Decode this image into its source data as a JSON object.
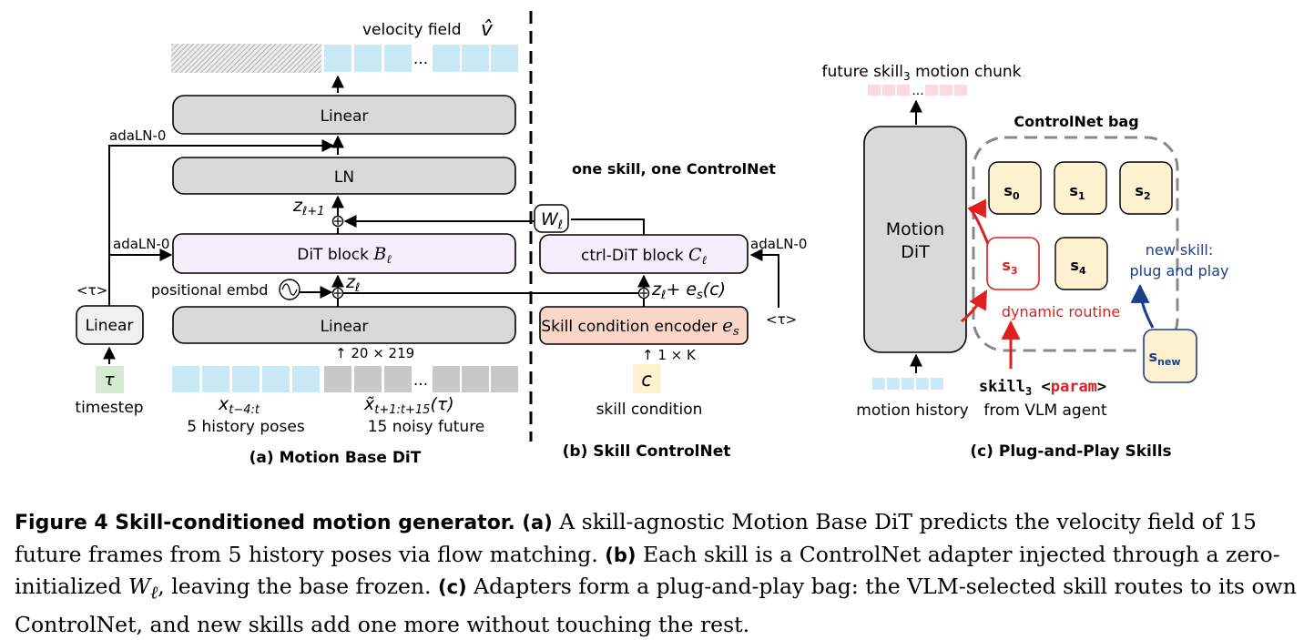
{
  "motion_base": {
    "velocity_label": "velocity field",
    "velocity_symbol": "v̂",
    "ellipsis": "...",
    "linear_top": "Linear",
    "adaln_top": "adaLN-0",
    "ln": "LN",
    "z_next": "z",
    "z_next_sub": "ℓ+1",
    "adaln_mid": "adaLN-0",
    "dit_block": "DiT block",
    "dit_block_sym": "B",
    "dit_block_sub": "ℓ",
    "tau_bracket": "<τ>",
    "positional": "positional embd",
    "z_l": "z",
    "z_l_sub": "ℓ",
    "linear_left": "Linear",
    "linear_bottom": "Linear",
    "shape": "↑ 20 × 219",
    "tau": "τ",
    "timestep": "timestep",
    "hist_sym": "x",
    "hist_sub": "t−4:t",
    "hist_label": "5 history poses",
    "future_sym": "x̃",
    "future_sub": "t+1:t+15",
    "future_tau": "(τ)",
    "future_label": "15 noisy future",
    "title": "(a) Motion Base DiT"
  },
  "controlnet": {
    "heading": "one skill, one ControlNet",
    "w_sym": "W",
    "w_sub": "ℓ",
    "ctrl_block": "ctrl-DiT block",
    "ctrl_sym": "C",
    "ctrl_sub": "ℓ",
    "adaln": "adaLN-0",
    "sum_label": "z",
    "sum_label_sub": "ℓ",
    "sum_rest": "+ e",
    "sum_rest_sub": "s",
    "sum_rest_end": "(c)",
    "tau_bracket": "<τ>",
    "encoder": "Skill condition encoder",
    "encoder_sym": "e",
    "encoder_sub": "s",
    "shape": "↑ 1 × K",
    "c_sym": "c",
    "skill_condition": "skill condition",
    "title": "(b) Skill ControlNet"
  },
  "plugplay": {
    "future_pre": "future skill",
    "future_sub": "3",
    "future_post": " motion chunk",
    "ellipsis": "...",
    "bag_title": "ControlNet bag",
    "motion_dit_1": "Motion",
    "motion_dit_2": "DiT",
    "skills": [
      {
        "base": "s",
        "sub": "0"
      },
      {
        "base": "s",
        "sub": "1"
      },
      {
        "base": "s",
        "sub": "2"
      },
      {
        "base": "s",
        "sub": "3"
      },
      {
        "base": "s",
        "sub": "4"
      },
      {
        "base": "s",
        "sub": "new"
      }
    ],
    "new_skill_1": "new skill:",
    "new_skill_2": "plug and play",
    "dynamic_routine": "dynamic routine",
    "motion_history": "motion history",
    "skill_cmd": "skill",
    "skill_cmd_sub": "3",
    "param_open": " <",
    "param": "param",
    "param_close": ">",
    "from_vlm": "from VLM agent",
    "title": "(c) Plug-and-Play Skills"
  },
  "caption": {
    "label": "Figure 4",
    "bold_title": "Skill-conditioned motion generator.",
    "a_label": "(a)",
    "a_text": " A skill-agnostic Motion Base DiT predicts the velocity field of 15 future frames from 5 history poses via flow matching. ",
    "b_label": "(b)",
    "b_text": " Each skill is a ControlNet adapter injected through a zero-initialized ",
    "w_sym": "W",
    "w_sub": "ℓ",
    "b_text2": ", leaving the base frozen. ",
    "c_label": "(c)",
    "c_text": " Adapters form a plug-and-play bag: the VLM-selected skill routes to its own ControlNet, and new skills add one more without touching the rest."
  },
  "colors": {
    "gray_box": "#d9d9d9",
    "purple_box": "#f5eefb",
    "cyan_token": "#c9e9f7",
    "gray_token": "#c8c8c8",
    "green_token": "#d6ecd2",
    "encoder_fill": "#f8d7c9",
    "skill_fill": "#fdf1cf",
    "route_red": "#e02020",
    "newskill_blue": "#1a3e8c",
    "pink_token": "#fbd9dc"
  }
}
